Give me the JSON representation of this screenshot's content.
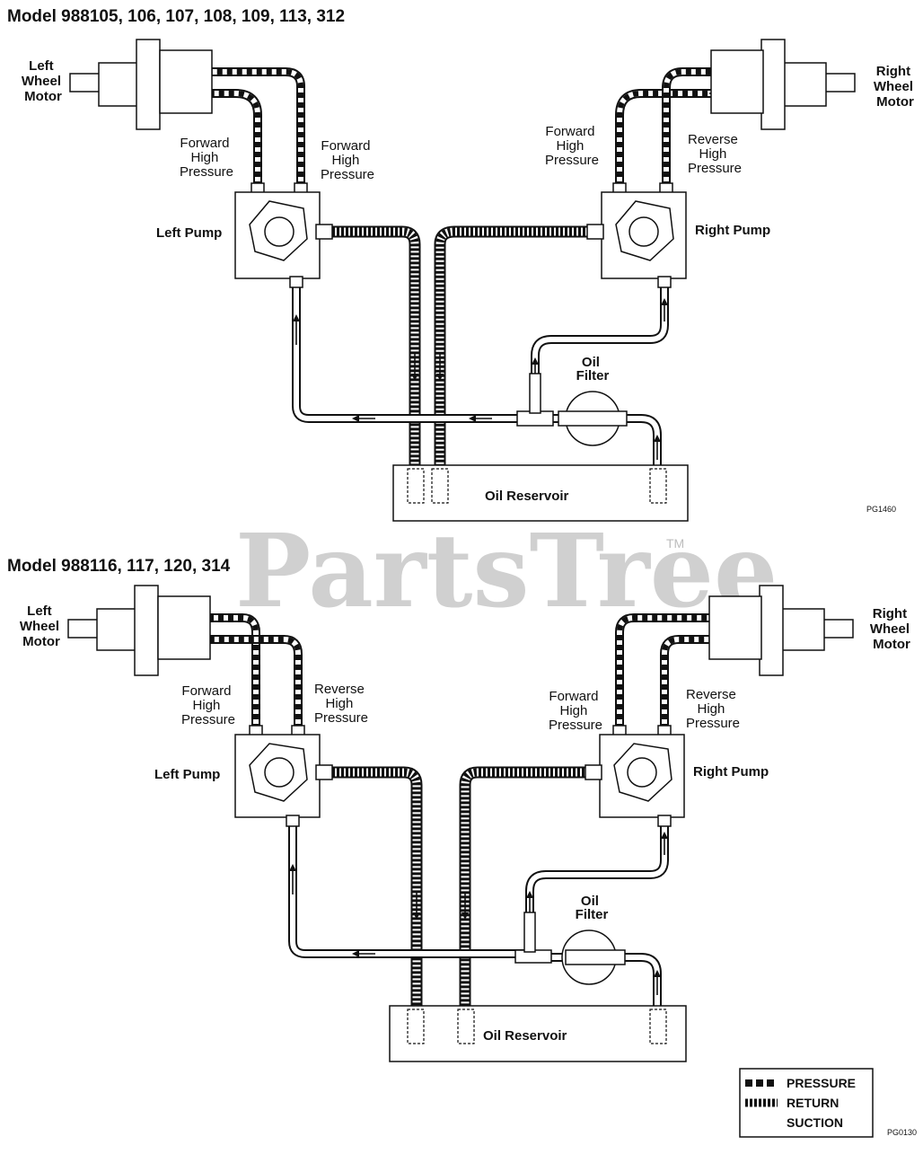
{
  "watermark": {
    "text": "PartsTree",
    "tm": "TM"
  },
  "colors": {
    "line": "#111111",
    "watermark": "#c8c8c8",
    "background": "#ffffff"
  },
  "diagrams": [
    {
      "title": "Model 988105, 106, 107, 108, 109, 113, 312",
      "left_motor": [
        "Left",
        "Wheel",
        "Motor"
      ],
      "right_motor": [
        "Right",
        "Wheel",
        "Motor"
      ],
      "left_line_a": [
        "Forward",
        "High",
        "Pressure"
      ],
      "left_line_b": [
        "Forward",
        "High",
        "Pressure"
      ],
      "right_line_a": [
        "Forward",
        "High",
        "Pressure"
      ],
      "right_line_b": [
        "Reverse",
        "High",
        "Pressure"
      ],
      "left_pump": "Left Pump",
      "right_pump": "Right Pump",
      "oil_filter": [
        "Oil",
        "Filter"
      ],
      "reservoir": "Oil Reservoir",
      "code": "PG1460"
    },
    {
      "title": "Model 988116, 117, 120, 314",
      "left_motor": [
        "Left",
        "Wheel",
        "Motor"
      ],
      "right_motor": [
        "Right",
        "Wheel",
        "Motor"
      ],
      "left_line_a": [
        "Forward",
        "High",
        "Pressure"
      ],
      "left_line_b": [
        "Reverse",
        "High",
        "Pressure"
      ],
      "right_line_a": [
        "Forward",
        "High",
        "Pressure"
      ],
      "right_line_b": [
        "Reverse",
        "High",
        "Pressure"
      ],
      "left_pump": "Left Pump",
      "right_pump": "Right Pump",
      "oil_filter": [
        "Oil",
        "Filter"
      ],
      "reservoir": "Oil Reservoir",
      "code": "PG0130"
    }
  ],
  "legend": {
    "items": [
      {
        "label": "PRESSURE",
        "style": "pressure"
      },
      {
        "label": "RETURN",
        "style": "return"
      },
      {
        "label": "SUCTION",
        "style": "suction"
      }
    ]
  }
}
